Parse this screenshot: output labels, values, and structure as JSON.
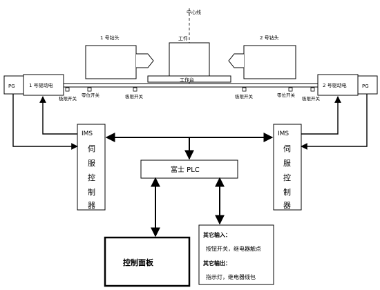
{
  "center_line_label": "中心线",
  "workpiece_label": "工件",
  "worktable_label": "工作台",
  "drill_head_1_label": "1 号钻头",
  "drill_head_2_label": "2 号钻头",
  "motor_1_label": "1 号驱动电",
  "motor_2_label": "2 号驱动电",
  "pg_left_label": "PG",
  "pg_right_label": "PG",
  "limit_switch_label": "极限开关",
  "zero_switch_label": "零位开关",
  "ims_left": [
    "IMS",
    "伺",
    "服",
    "控",
    "制",
    "器"
  ],
  "ims_right": [
    "IMS",
    "伺",
    "服",
    "控",
    "制",
    "器"
  ],
  "plc_label": "富士 PLC",
  "control_panel_label": "控制面板",
  "other_io": {
    "input_title": "其它输入：",
    "input_detail": "按钮开关，继电器触点",
    "output_title": "其它输出：",
    "output_detail": "指示灯，继电器线包"
  }
}
